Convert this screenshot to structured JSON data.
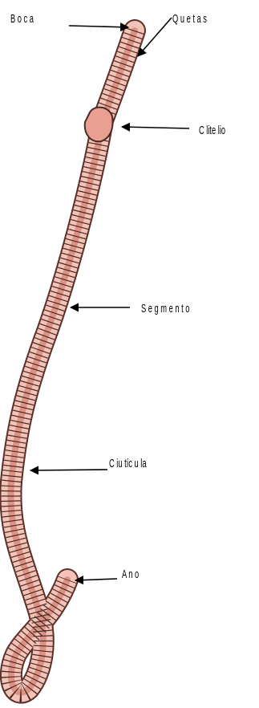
{
  "labels": {
    "boca": "B o c a",
    "quetas": "Q u e t a s",
    "clitelio": "C lite lio",
    "segmento": "S e g m e n t o",
    "cuticula": "C iu tíc u la",
    "ano": "A n o"
  },
  "colors": {
    "body": "#f3c3b8",
    "body_stripe": "#c86c5c",
    "ring": "#4a2a25",
    "clitellum": "#e9a092",
    "ink": "#000000"
  }
}
